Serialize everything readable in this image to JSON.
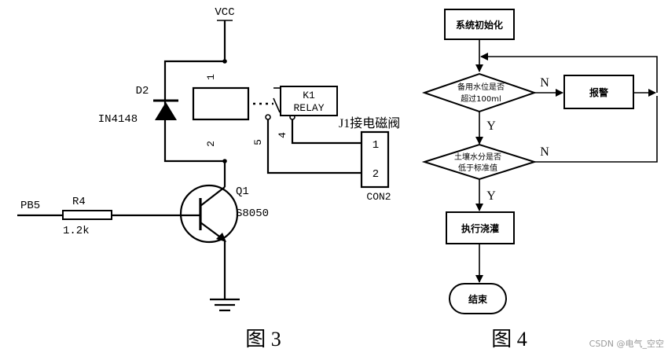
{
  "circuit": {
    "vcc": "VCC",
    "d2": "D2",
    "d2_part": "IN4148",
    "coil_pin1": "1",
    "coil_pin2": "2",
    "relay_ref": "K1",
    "relay_name": "RELAY",
    "contact5": "5",
    "contact4": "4",
    "connector_note": "J1接电磁阀",
    "con_pin1": "1",
    "con_pin2": "2",
    "con_name": "CON2",
    "transistor_ref": "Q1",
    "transistor_part": "S8050",
    "input": "PB5",
    "resistor_ref": "R4",
    "resistor_value": "1.2k",
    "caption": "图 3"
  },
  "flowchart": {
    "init": "系统初始化",
    "cond1_line1": "备用水位是否",
    "cond1_line2": "超过100ml",
    "alarm": "报警",
    "cond2_line1": "土壤水分是否",
    "cond2_line2": "低于标准值",
    "water": "执行浇灌",
    "end": "结束",
    "n1": "N",
    "y1": "Y",
    "n2": "N",
    "y2": "Y",
    "caption": "图 4"
  },
  "watermark": "CSDN @电气_空空"
}
